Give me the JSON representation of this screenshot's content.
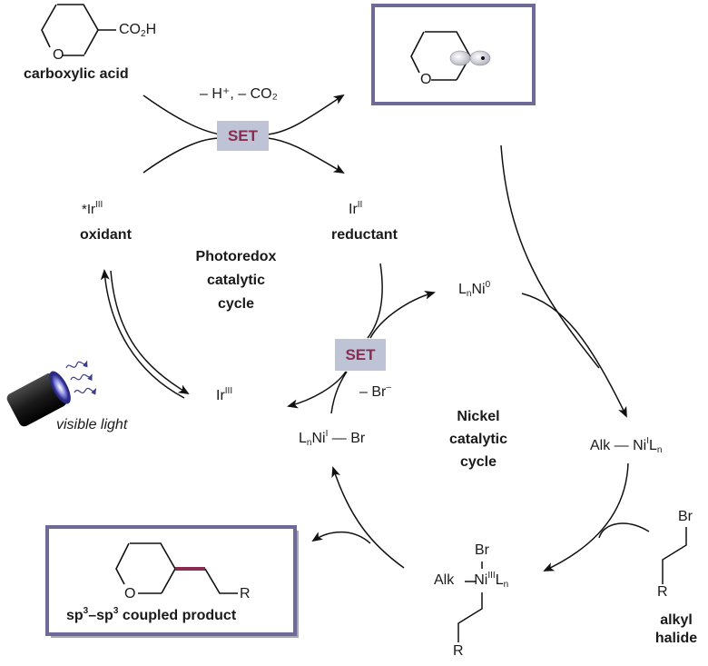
{
  "colors": {
    "box_border": "#6e6a98",
    "box_shadow": "#a8a8b4",
    "set_fill": "#bec3d6",
    "set_text": "#8a2b4f",
    "new_bond": "#8a2b4f",
    "light_glow": "#5a5ad8",
    "photon": "#3c3c88"
  },
  "reactants": {
    "carboxylic_acid": {
      "substituent": "CO",
      "substituent_sub": "2",
      "substituent_tail": "H",
      "ring_atom": "O",
      "label": "carboxylic acid"
    },
    "alkyl_halide": {
      "top_atom": "Br",
      "bottom_atom": "R",
      "label_line1": "alkyl",
      "label_line2": "halide"
    }
  },
  "radical_box": {
    "ring_atom": "O"
  },
  "product_box": {
    "ring_atom": "O",
    "end_group": "R",
    "label_a": "sp",
    "label_a_sup": "3",
    "label_dash": "–sp",
    "label_b_sup": "3",
    "label_rest": " coupled product"
  },
  "photoredox": {
    "loss_label": "– H⁺, – CO₂",
    "set_label": "SET",
    "excited_ir": {
      "prefix": "*Ir",
      "oxidation": "III",
      "role": "oxidant"
    },
    "ir_ii": {
      "prefix": "Ir",
      "oxidation": "II",
      "role": "reductant"
    },
    "ir_iii": {
      "prefix": "Ir",
      "oxidation": "III"
    },
    "cycle_label": [
      "Photoredox",
      "catalytic",
      "cycle"
    ],
    "light_label": "visible light"
  },
  "nickel": {
    "set_label": "SET",
    "bromide_loss": "– Br",
    "bromide_charge": "–",
    "cycle_label": [
      "Nickel",
      "catalytic",
      "cycle"
    ],
    "ni0": {
      "L": "L",
      "n": "n",
      "Ni": "Ni",
      "ox": "0"
    },
    "alk_ni_i": {
      "alk": "Alk",
      "Ni": "Ni",
      "ox": "I",
      "L": "L",
      "n": "n"
    },
    "ni_iii": {
      "top": "Br",
      "alk": "Alk",
      "Ni": "Ni",
      "ox": "III",
      "L": "L",
      "n": "n",
      "bottom": "R"
    },
    "ni_i_br": {
      "L": "L",
      "n": "n",
      "Ni": "Ni",
      "ox": "I",
      "br": "Br"
    }
  }
}
